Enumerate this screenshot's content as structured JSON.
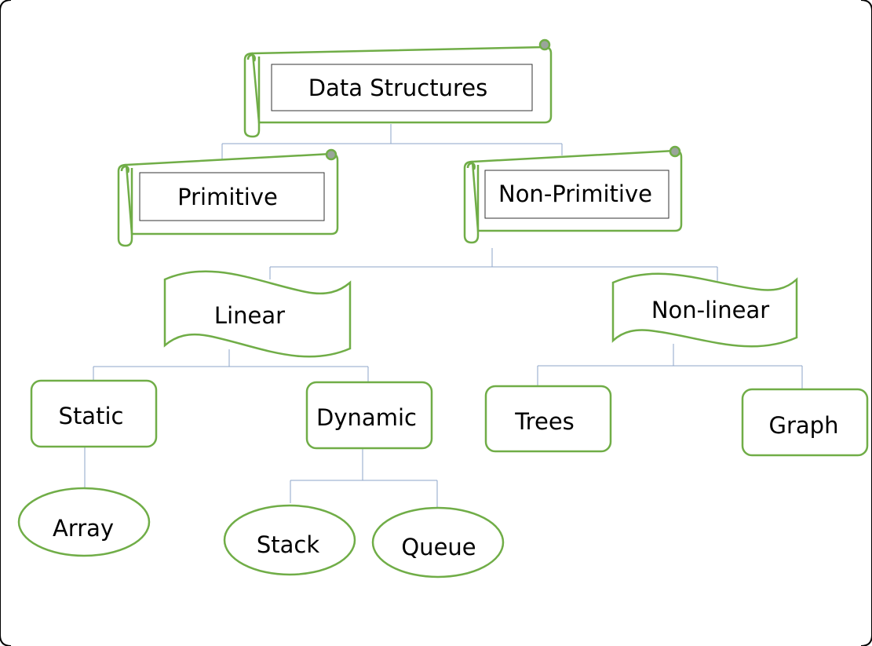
{
  "diagram": {
    "nodes": {
      "root": "Data Structures",
      "primitive": "Primitive",
      "non_primitive": "Non-Primitive",
      "linear": "Linear",
      "non_linear": "Non-linear",
      "static": "Static",
      "dynamic": "Dynamic",
      "trees": "Trees",
      "graph": "Graph",
      "array": "Array",
      "stack": "Stack",
      "queue": "Queue"
    },
    "colors": {
      "node_border": "#70ad47",
      "connector": "#5b7db1",
      "text": "#000000"
    }
  }
}
